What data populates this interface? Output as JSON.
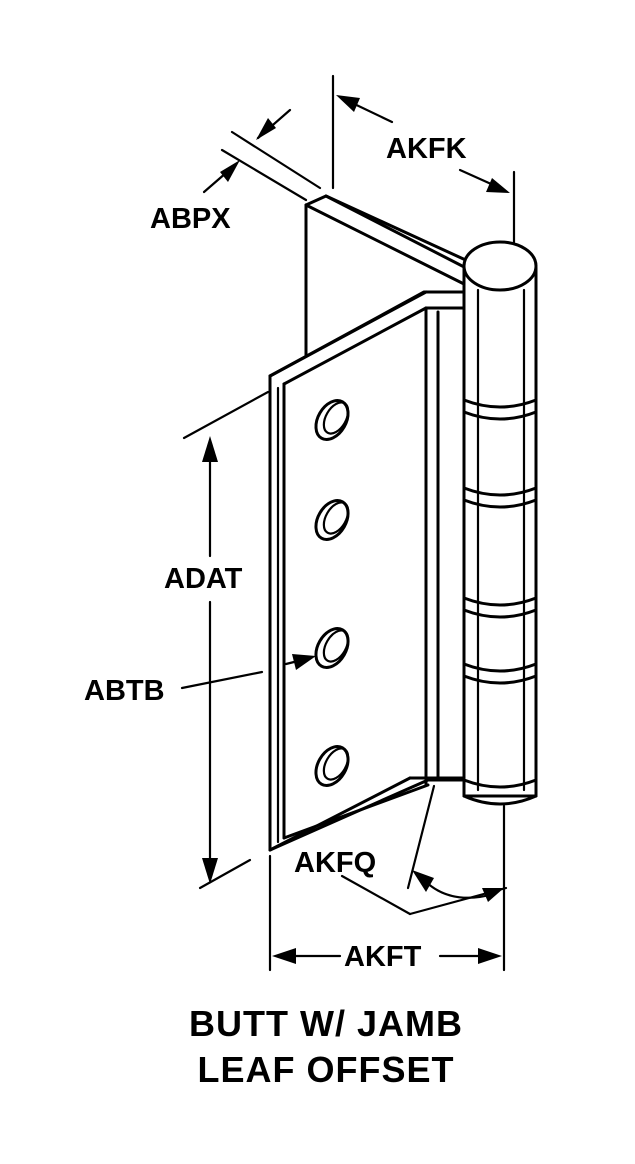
{
  "labels": {
    "abpx": "ABPX",
    "akfk": "AKFK",
    "adat": "ADAT",
    "abtb": "ABTB",
    "akfq": "AKFQ",
    "akft": "AKFT"
  },
  "caption": {
    "line1": "BUTT W/ JAMB",
    "line2": "LEAF OFFSET"
  }
}
